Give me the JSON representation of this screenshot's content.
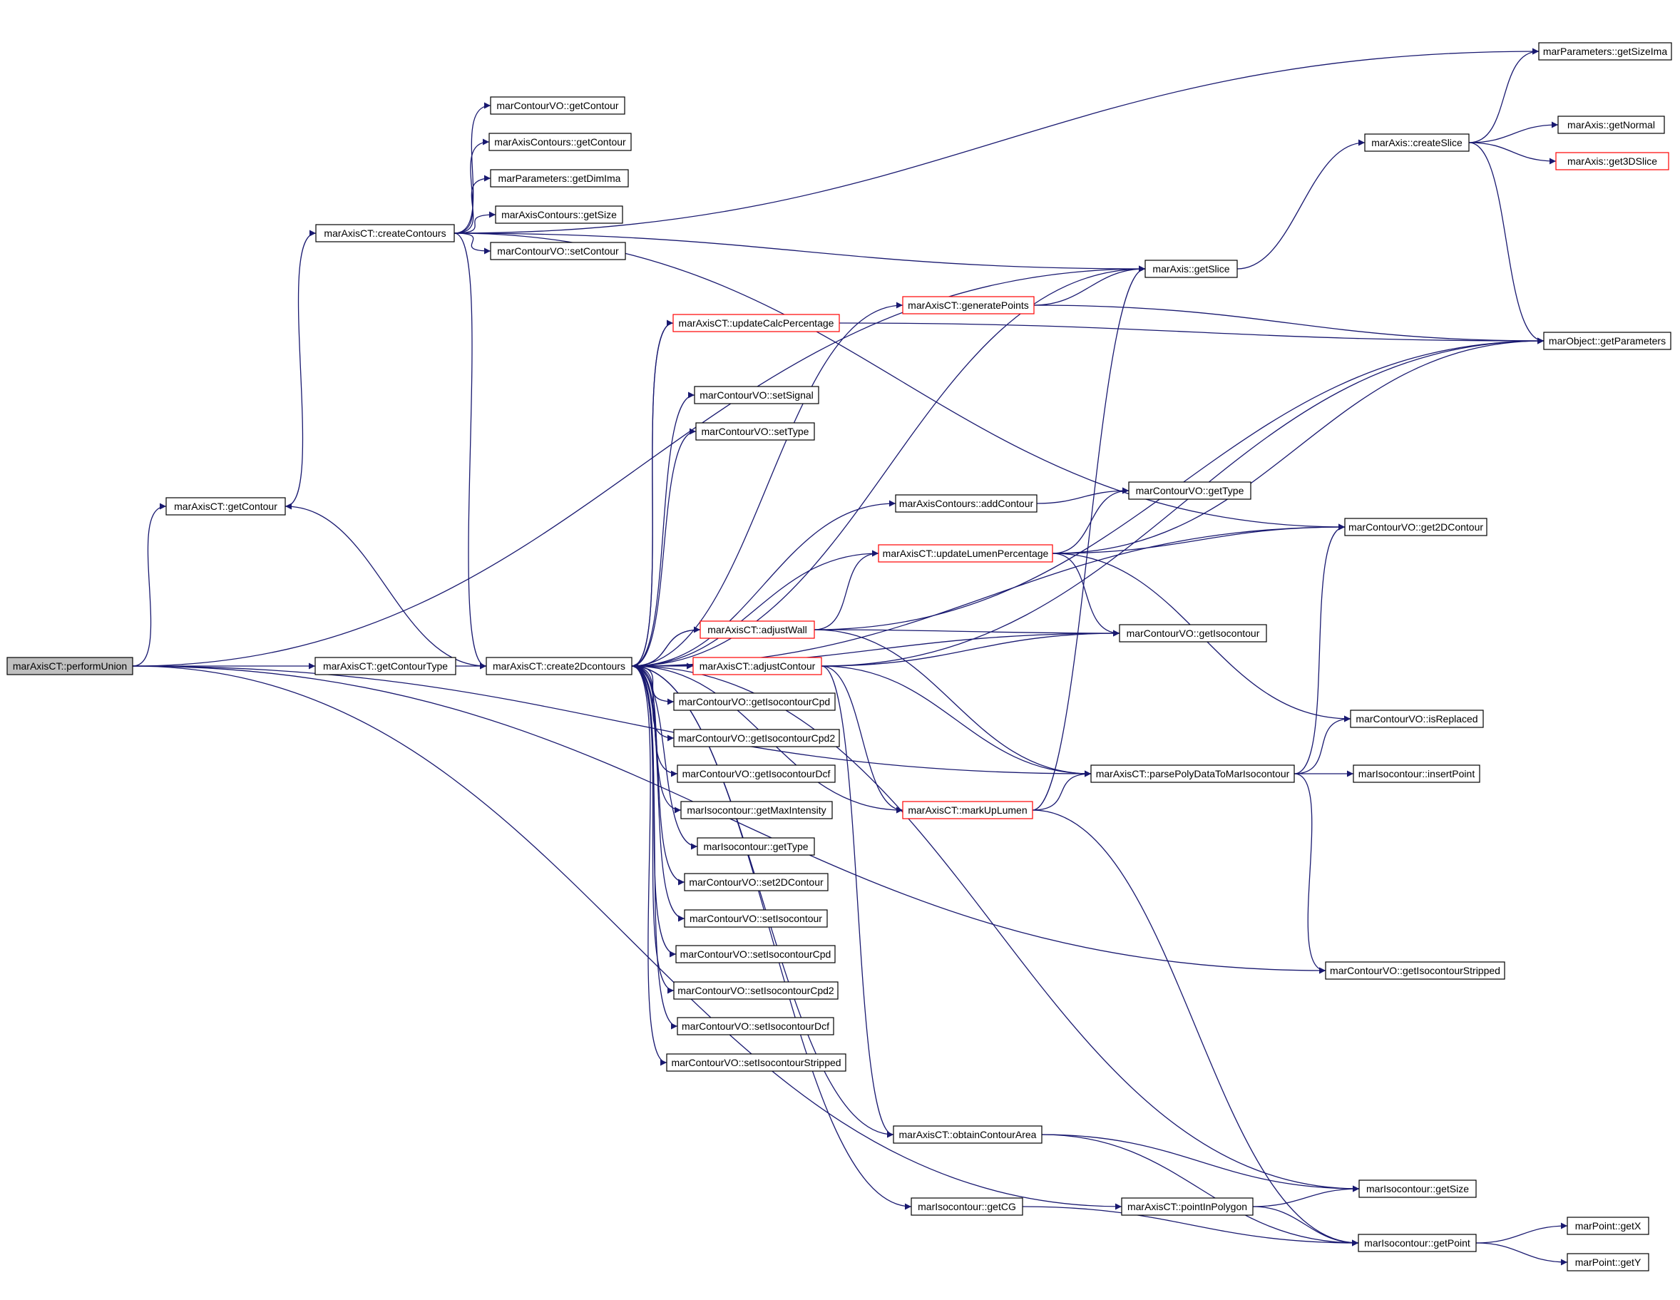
{
  "colors": {
    "edge": "#191970",
    "box_border": "#000000",
    "truncated_border": "#ff0000",
    "root_fill": "#bfbfbf",
    "node_fill": "#ffffff",
    "text": "#000000"
  },
  "nodes": [
    {
      "id": "performUnion",
      "label": "marAxisCT::performUnion",
      "style": "root"
    },
    {
      "id": "getContour",
      "label": "marAxisCT::getContour",
      "style": "normal"
    },
    {
      "id": "getContourType",
      "label": "marAxisCT::getContourType",
      "style": "normal"
    },
    {
      "id": "createContours",
      "label": "marAxisCT::createContours",
      "style": "normal"
    },
    {
      "id": "create2Dcontours",
      "label": "marAxisCT::create2Dcontours",
      "style": "normal"
    },
    {
      "id": "cvo_getContour",
      "label": "marContourVO::getContour",
      "style": "normal"
    },
    {
      "id": "ac_getContour",
      "label": "marAxisContours::getContour",
      "style": "normal"
    },
    {
      "id": "mp_getDimIma",
      "label": "marParameters::getDimIma",
      "style": "normal"
    },
    {
      "id": "ac_getSize",
      "label": "marAxisContours::getSize",
      "style": "normal"
    },
    {
      "id": "cvo_setContour",
      "label": "marContourVO::setContour",
      "style": "normal"
    },
    {
      "id": "updateCalcPercentage",
      "label": "marAxisCT::updateCalcPercentage",
      "style": "truncated"
    },
    {
      "id": "generatePoints",
      "label": "marAxisCT::generatePoints",
      "style": "truncated"
    },
    {
      "id": "cvo_setSignal",
      "label": "marContourVO::setSignal",
      "style": "normal"
    },
    {
      "id": "cvo_setType",
      "label": "marContourVO::setType",
      "style": "normal"
    },
    {
      "id": "ac_addContour",
      "label": "marAxisContours::addContour",
      "style": "normal"
    },
    {
      "id": "updateLumenPercentage",
      "label": "marAxisCT::updateLumenPercentage",
      "style": "truncated"
    },
    {
      "id": "adjustWall",
      "label": "marAxisCT::adjustWall",
      "style": "truncated"
    },
    {
      "id": "adjustContour",
      "label": "marAxisCT::adjustContour",
      "style": "truncated"
    },
    {
      "id": "cvo_getIsocontourCpd",
      "label": "marContourVO::getIsocontourCpd",
      "style": "normal"
    },
    {
      "id": "cvo_getIsocontourCpd2",
      "label": "marContourVO::getIsocontourCpd2",
      "style": "normal"
    },
    {
      "id": "cvo_getIsocontourDcf",
      "label": "marContourVO::getIsocontourDcf",
      "style": "normal"
    },
    {
      "id": "iso_getMaxIntensity",
      "label": "marIsocontour::getMaxIntensity",
      "style": "normal"
    },
    {
      "id": "iso_getType",
      "label": "marIsocontour::getType",
      "style": "normal"
    },
    {
      "id": "cvo_set2DContour",
      "label": "marContourVO::set2DContour",
      "style": "normal"
    },
    {
      "id": "cvo_setIsocontour",
      "label": "marContourVO::setIsocontour",
      "style": "normal"
    },
    {
      "id": "cvo_setIsocontourCpd",
      "label": "marContourVO::setIsocontourCpd",
      "style": "normal"
    },
    {
      "id": "cvo_setIsocontourCpd2",
      "label": "marContourVO::setIsocontourCpd2",
      "style": "normal"
    },
    {
      "id": "cvo_setIsocontourDcf",
      "label": "marContourVO::setIsocontourDcf",
      "style": "normal"
    },
    {
      "id": "cvo_setIsocontourStripped",
      "label": "marContourVO::setIsocontourStripped",
      "style": "normal"
    },
    {
      "id": "markUpLumen",
      "label": "marAxisCT::markUpLumen",
      "style": "truncated"
    },
    {
      "id": "obtainContourArea",
      "label": "marAxisCT::obtainContourArea",
      "style": "normal"
    },
    {
      "id": "iso_getCG",
      "label": "marIsocontour::getCG",
      "style": "normal"
    },
    {
      "id": "pointInPolygon",
      "label": "marAxisCT::pointInPolygon",
      "style": "normal"
    },
    {
      "id": "axis_getSlice",
      "label": "marAxis::getSlice",
      "style": "normal"
    },
    {
      "id": "cvo_getType",
      "label": "marContourVO::getType",
      "style": "normal"
    },
    {
      "id": "cvo_getIsocontour",
      "label": "marContourVO::getIsocontour",
      "style": "normal"
    },
    {
      "id": "parsePolyData",
      "label": "marAxisCT::parsePolyDataToMarIsocontour",
      "style": "normal"
    },
    {
      "id": "axis_createSlice",
      "label": "marAxis::createSlice",
      "style": "normal"
    },
    {
      "id": "cvo_get2DContour",
      "label": "marContourVO::get2DContour",
      "style": "normal"
    },
    {
      "id": "cvo_isReplaced",
      "label": "marContourVO::isReplaced",
      "style": "normal"
    },
    {
      "id": "iso_insertPoint",
      "label": "marIsocontour::insertPoint",
      "style": "normal"
    },
    {
      "id": "cvo_getIsocontourStripped",
      "label": "marContourVO::getIsocontourStripped",
      "style": "normal"
    },
    {
      "id": "iso_getSize",
      "label": "marIsocontour::getSize",
      "style": "normal"
    },
    {
      "id": "iso_getPoint",
      "label": "marIsocontour::getPoint",
      "style": "normal"
    },
    {
      "id": "mp_getSizeIma",
      "label": "marParameters::getSizeIma",
      "style": "normal"
    },
    {
      "id": "axis_getNormal",
      "label": "marAxis::getNormal",
      "style": "normal"
    },
    {
      "id": "axis_get3DSlice",
      "label": "marAxis::get3DSlice",
      "style": "truncated"
    },
    {
      "id": "obj_getParameters",
      "label": "marObject::getParameters",
      "style": "normal"
    },
    {
      "id": "pt_getX",
      "label": "marPoint::getX",
      "style": "normal"
    },
    {
      "id": "pt_getY",
      "label": "marPoint::getY",
      "style": "normal"
    }
  ],
  "edges": [
    [
      "performUnion",
      "getContour"
    ],
    [
      "performUnion",
      "getContourType"
    ],
    [
      "performUnion",
      "axis_getSlice"
    ],
    [
      "performUnion",
      "parsePolyData"
    ],
    [
      "performUnion",
      "cvo_getIsocontourStripped"
    ],
    [
      "performUnion",
      "pointInPolygon"
    ],
    [
      "getContour",
      "createContours"
    ],
    [
      "getContourType",
      "create2Dcontours"
    ],
    [
      "createContours",
      "cvo_getContour"
    ],
    [
      "createContours",
      "ac_getContour"
    ],
    [
      "createContours",
      "mp_getDimIma"
    ],
    [
      "createContours",
      "ac_getSize"
    ],
    [
      "createContours",
      "cvo_setContour"
    ],
    [
      "createContours",
      "mp_getSizeIma"
    ],
    [
      "createContours",
      "axis_getSlice"
    ],
    [
      "createContours",
      "cvo_get2DContour"
    ],
    [
      "createContours",
      "create2Dcontours"
    ],
    [
      "create2Dcontours",
      "getContour"
    ],
    [
      "create2Dcontours",
      "updateCalcPercentage"
    ],
    [
      "create2Dcontours",
      "generatePoints"
    ],
    [
      "create2Dcontours",
      "cvo_setSignal"
    ],
    [
      "create2Dcontours",
      "cvo_setType"
    ],
    [
      "create2Dcontours",
      "ac_addContour"
    ],
    [
      "create2Dcontours",
      "updateLumenPercentage"
    ],
    [
      "create2Dcontours",
      "adjustWall"
    ],
    [
      "create2Dcontours",
      "adjustContour"
    ],
    [
      "create2Dcontours",
      "cvo_getIsocontourCpd"
    ],
    [
      "create2Dcontours",
      "cvo_getIsocontourCpd2"
    ],
    [
      "create2Dcontours",
      "cvo_getIsocontourDcf"
    ],
    [
      "create2Dcontours",
      "iso_getMaxIntensity"
    ],
    [
      "create2Dcontours",
      "iso_getType"
    ],
    [
      "create2Dcontours",
      "cvo_set2DContour"
    ],
    [
      "create2Dcontours",
      "cvo_setIsocontour"
    ],
    [
      "create2Dcontours",
      "cvo_setIsocontourCpd"
    ],
    [
      "create2Dcontours",
      "cvo_setIsocontourCpd2"
    ],
    [
      "create2Dcontours",
      "cvo_setIsocontourDcf"
    ],
    [
      "create2Dcontours",
      "cvo_setIsocontourStripped"
    ],
    [
      "create2Dcontours",
      "markUpLumen"
    ],
    [
      "create2Dcontours",
      "obtainContourArea"
    ],
    [
      "create2Dcontours",
      "iso_getCG"
    ],
    [
      "create2Dcontours",
      "axis_getSlice"
    ],
    [
      "create2Dcontours",
      "cvo_getIsocontour"
    ],
    [
      "create2Dcontours",
      "cvo_get2DContour"
    ],
    [
      "create2Dcontours",
      "iso_getSize"
    ],
    [
      "updateCalcPercentage",
      "obj_getParameters"
    ],
    [
      "updateCalcPercentage",
      "create2Dcontours"
    ],
    [
      "generatePoints",
      "axis_getSlice"
    ],
    [
      "generatePoints",
      "obj_getParameters"
    ],
    [
      "ac_addContour",
      "cvo_getType"
    ],
    [
      "updateLumenPercentage",
      "cvo_getType"
    ],
    [
      "updateLumenPercentage",
      "cvo_get2DContour"
    ],
    [
      "updateLumenPercentage",
      "obj_getParameters"
    ],
    [
      "updateLumenPercentage",
      "cvo_getIsocontour"
    ],
    [
      "updateLumenPercentage",
      "cvo_isReplaced"
    ],
    [
      "adjustWall",
      "updateLumenPercentage"
    ],
    [
      "adjustWall",
      "cvo_getIsocontour"
    ],
    [
      "adjustWall",
      "parsePolyData"
    ],
    [
      "adjustWall",
      "obj_getParameters"
    ],
    [
      "adjustWall",
      "create2Dcontours"
    ],
    [
      "adjustContour",
      "cvo_getIsocontour"
    ],
    [
      "adjustContour",
      "obj_getParameters"
    ],
    [
      "adjustContour",
      "parsePolyData"
    ],
    [
      "adjustContour",
      "markUpLumen"
    ],
    [
      "adjustContour",
      "obtainContourArea"
    ],
    [
      "markUpLumen",
      "axis_getSlice"
    ],
    [
      "markUpLumen",
      "parsePolyData"
    ],
    [
      "markUpLumen",
      "iso_getPoint"
    ],
    [
      "obtainContourArea",
      "iso_getSize"
    ],
    [
      "obtainContourArea",
      "iso_getPoint"
    ],
    [
      "pointInPolygon",
      "iso_getSize"
    ],
    [
      "pointInPolygon",
      "iso_getPoint"
    ],
    [
      "iso_getCG",
      "iso_getPoint"
    ],
    [
      "axis_getSlice",
      "axis_createSlice"
    ],
    [
      "axis_createSlice",
      "mp_getSizeIma"
    ],
    [
      "axis_createSlice",
      "axis_getNormal"
    ],
    [
      "axis_createSlice",
      "axis_get3DSlice"
    ],
    [
      "axis_createSlice",
      "obj_getParameters"
    ],
    [
      "parsePolyData",
      "cvo_get2DContour"
    ],
    [
      "parsePolyData",
      "cvo_isReplaced"
    ],
    [
      "parsePolyData",
      "iso_insertPoint"
    ],
    [
      "parsePolyData",
      "cvo_getIsocontourStripped"
    ],
    [
      "iso_getPoint",
      "pt_getX"
    ],
    [
      "iso_getPoint",
      "pt_getY"
    ]
  ]
}
